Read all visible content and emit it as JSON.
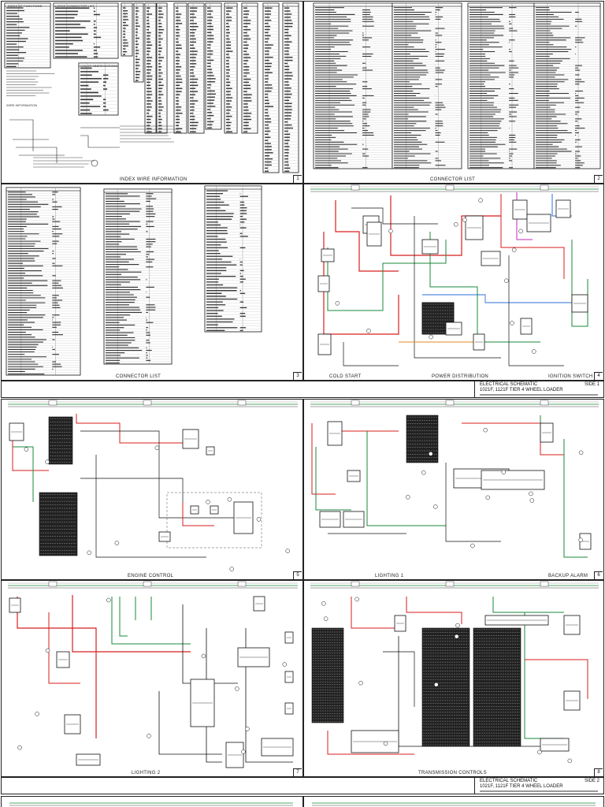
{
  "sheet1": {
    "panels": [
      {
        "id": "p1",
        "caption": "INDEX WIRE INFORMATION",
        "num": "1"
      },
      {
        "id": "p2",
        "caption": "CONNECTOR LIST",
        "num": "2"
      },
      {
        "id": "p3",
        "caption": "CONNECTOR LIST",
        "num": "3"
      },
      {
        "id": "p4",
        "captions": [
          "COLD START",
          "POWER DISTRIBUTION",
          "IGNITION SWITCH"
        ],
        "num": "4"
      }
    ],
    "titleblock": {
      "line1": "ELECTRICAL SCHEMATIC",
      "line2": "1021F, 1121F TIER 4 WHEEL LOADER",
      "side": "SIDE 1"
    },
    "index_labels": {
      "title": "INDEX OF FUNCTIONS",
      "large": "LARGE CONNECTOR LIST",
      "color": "COLOR ABBREVIATIONS",
      "wire": "WIRE INFORMATION"
    },
    "connector_headers": [
      "CONNECTOR LIST",
      "CONNECTOR LIST",
      "CONNECTOR LIST",
      "CONNECTOR LIST"
    ]
  },
  "sheet2": {
    "panels": [
      {
        "id": "p5",
        "caption": "ENGINE CONTROL",
        "num": "5"
      },
      {
        "id": "p6",
        "captions": [
          "LIGHTING 1",
          "BACKUP ALARM"
        ],
        "num": "6"
      },
      {
        "id": "p7",
        "caption": "LIGHTING 2",
        "num": "7"
      },
      {
        "id": "p8",
        "caption": "TRANSMISSION CONTROLS",
        "num": "8"
      }
    ],
    "titleblock": {
      "line1": "ELECTRICAL SCHEMATIC",
      "line2": "1021F, 1121F TIER 4 WHEEL LOADER",
      "side": "SIDE 2"
    }
  },
  "colors": {
    "red": "#d81e1e",
    "green": "#1a8a3a",
    "blue": "#2a6fd8",
    "magenta": "#c02ac0",
    "orange": "#e08a1e",
    "ink": "#111111"
  }
}
